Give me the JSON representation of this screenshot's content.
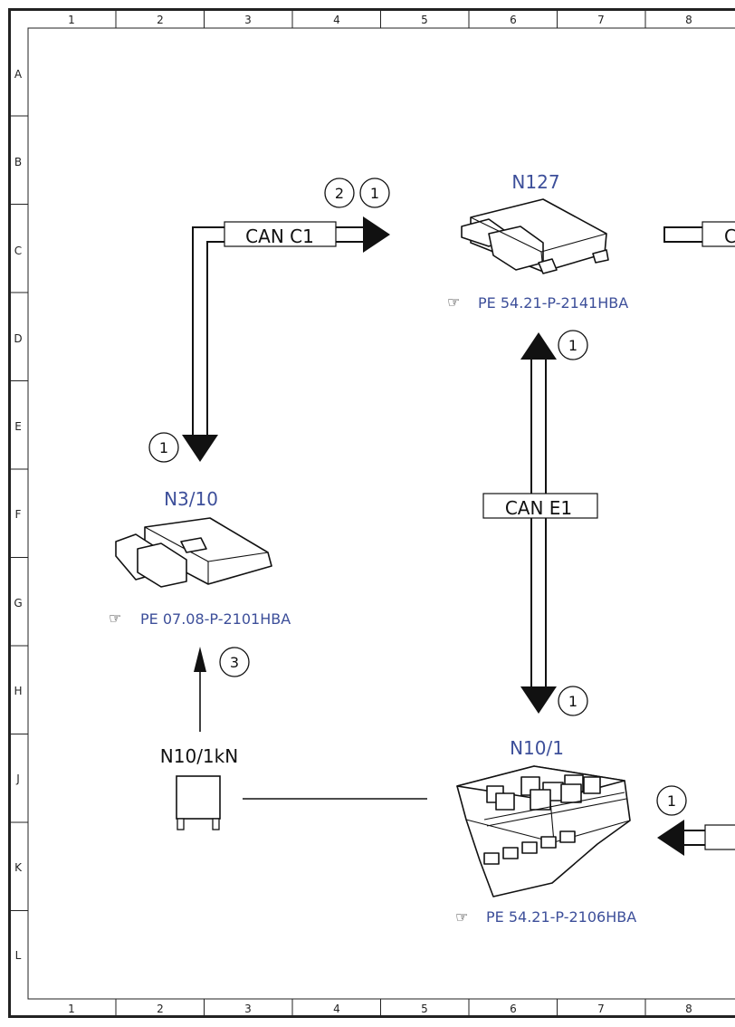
{
  "frame": {
    "columns": [
      "1",
      "2",
      "3",
      "4",
      "5",
      "6",
      "7",
      "8"
    ],
    "rows": [
      "A",
      "B",
      "C",
      "D",
      "E",
      "F",
      "G",
      "H",
      "J",
      "K",
      "L"
    ]
  },
  "components": {
    "n127": {
      "label": "N127",
      "ref": "PE 54.21-P-2141HBA"
    },
    "n3_10": {
      "label": "N3/10",
      "ref": "PE 07.08-P-2101HBA"
    },
    "n10_1": {
      "label": "N10/1",
      "ref": "PE 54.21-P-2106HBA"
    },
    "n10_1kn": {
      "label": "N10/1kN"
    }
  },
  "buses": {
    "can_c1": "CAN C1",
    "can_e1": "CAN E1",
    "right_edge_label": "C"
  },
  "markers": {
    "c1_a": "2",
    "c1_b": "1",
    "c1_end": "1",
    "e1_top": "1",
    "e1_bottom": "1",
    "relay_arrow": "3",
    "right_bus": "1"
  },
  "ref_icon": "hand-pointer-icon",
  "colors": {
    "label_blue": "#3d4f9a",
    "line": "#111111"
  }
}
